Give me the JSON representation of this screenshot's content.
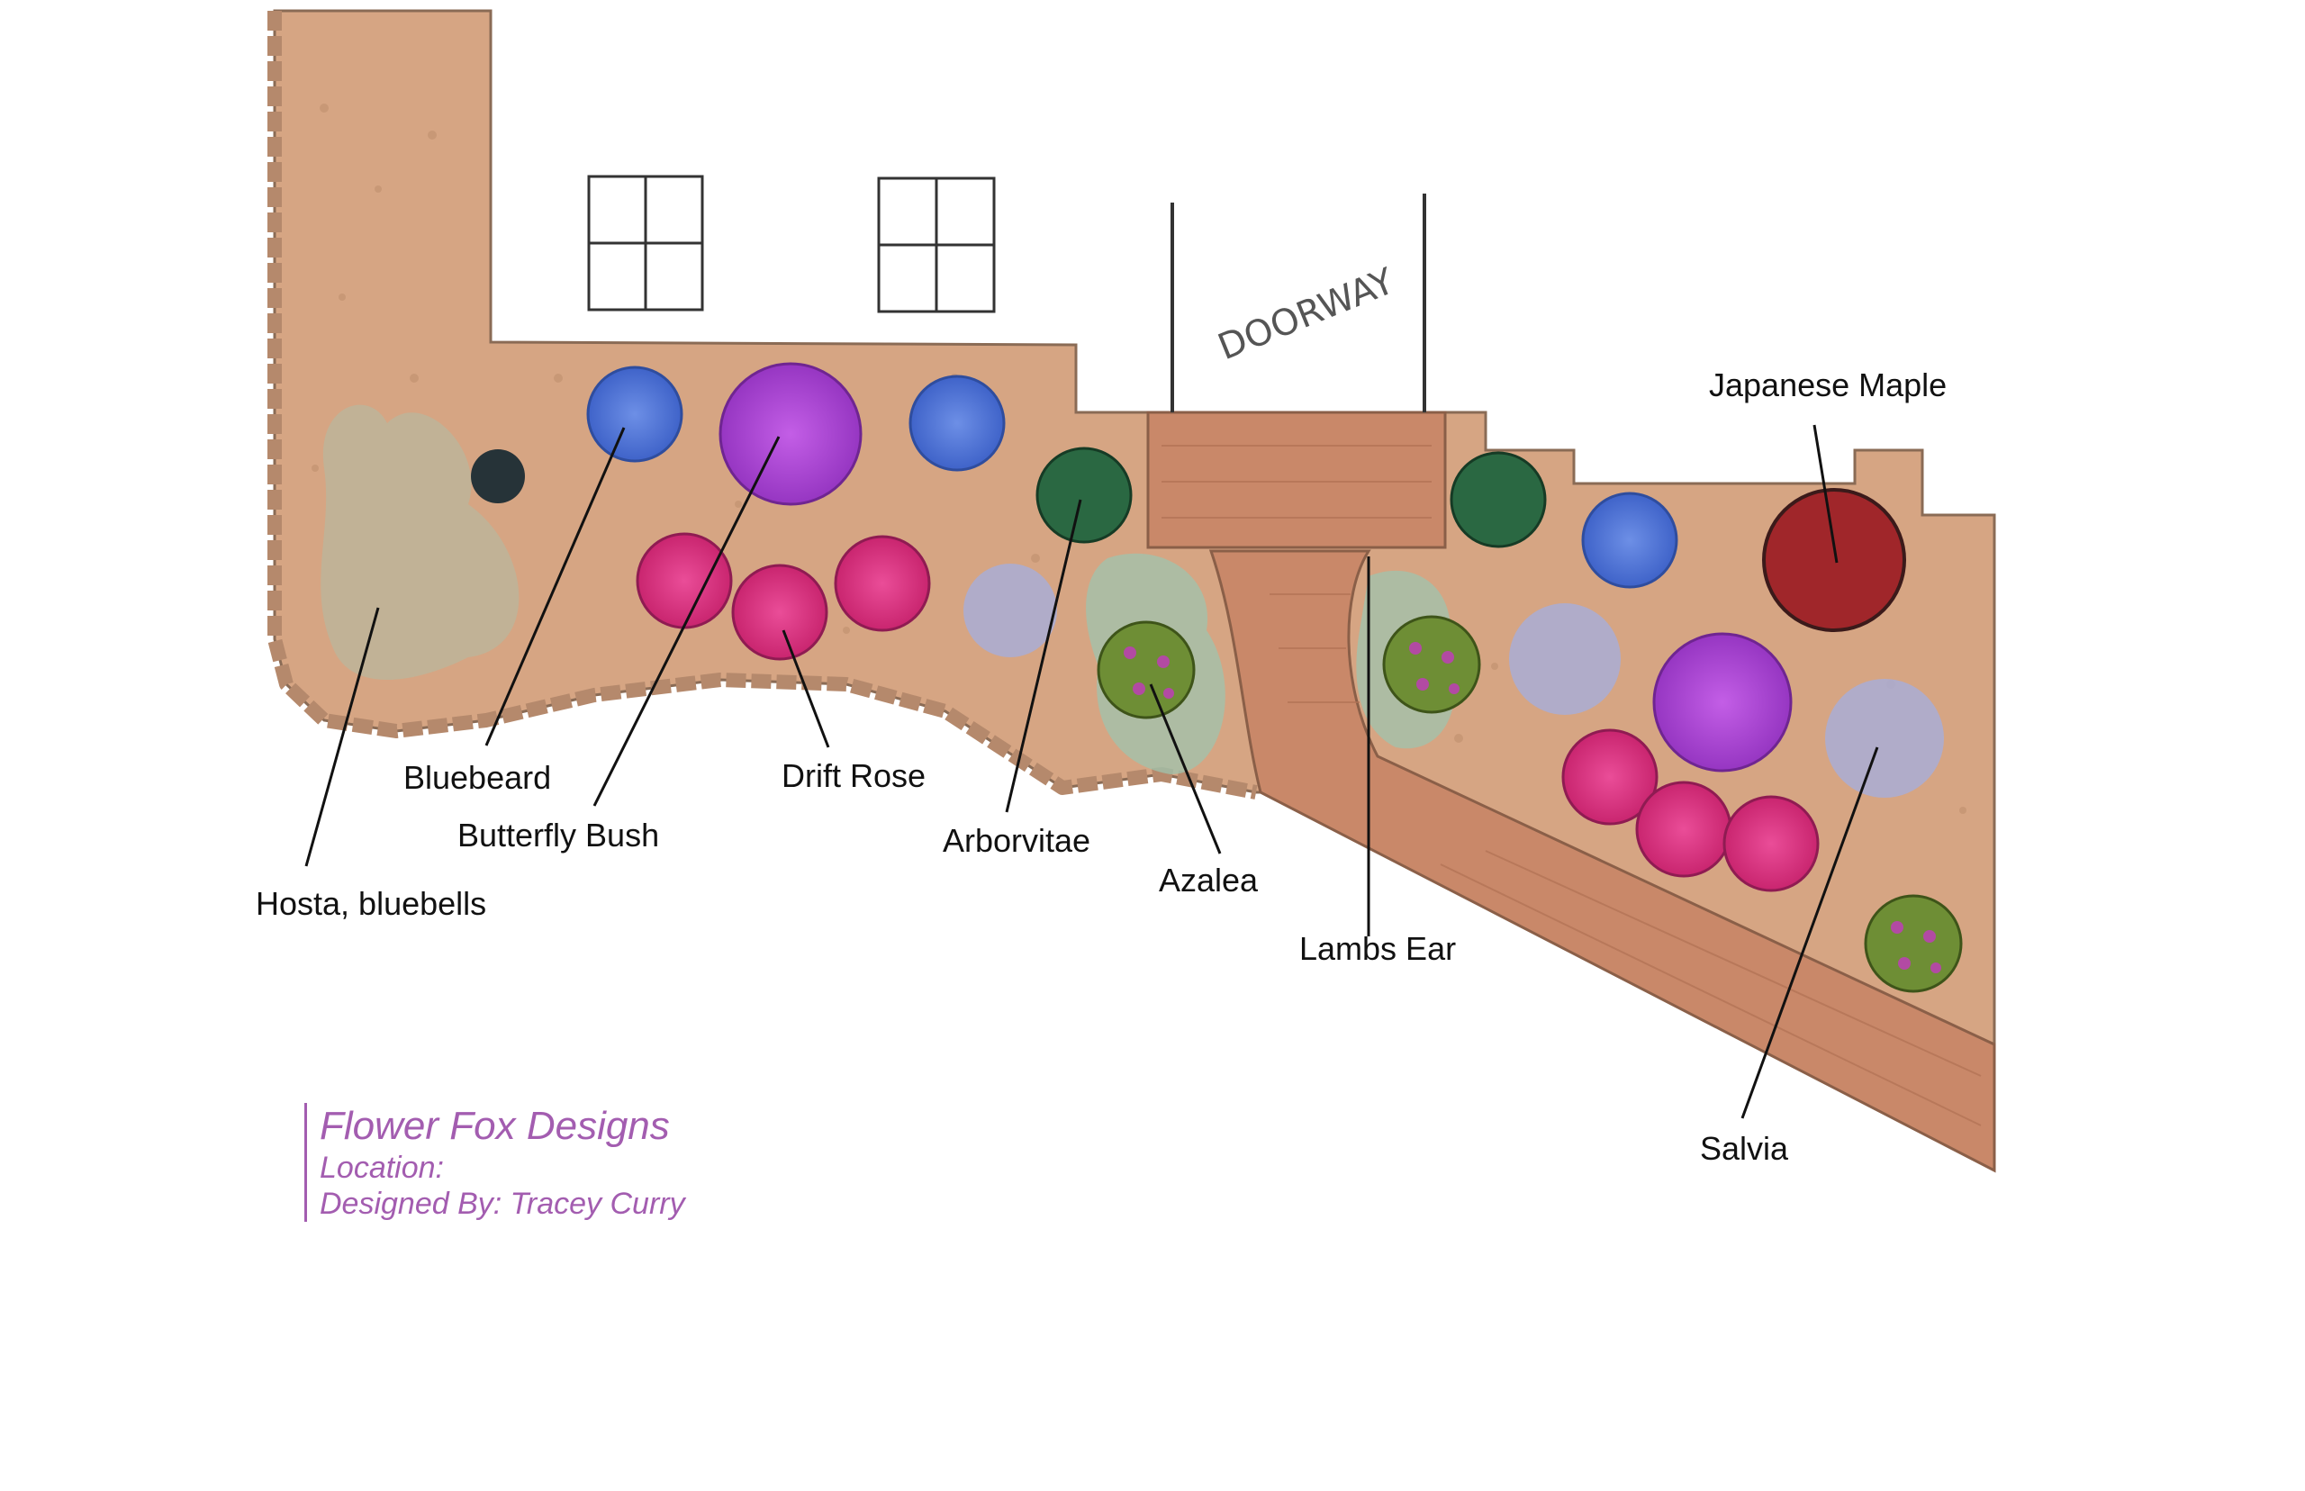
{
  "plan": {
    "doorway_text": "DOORWAY",
    "labels": {
      "bluebeard": "Bluebeard",
      "butterfly_bush": "Butterfly Bush",
      "hosta": "Hosta, bluebells",
      "drift_rose": "Drift Rose",
      "arborvitae": "Arborvitae",
      "azalea": "Azalea",
      "lambs_ear": "Lambs Ear",
      "japanese_maple": "Japanese Maple",
      "salvia": "Salvia"
    }
  },
  "credit": {
    "company": "Flower Fox Designs",
    "location": "Location:",
    "designer": "Designed By: Tracey Curry"
  },
  "colors": {
    "bed": "#d6a583",
    "brick": "#c98869",
    "bluebeard": "#4b72d6",
    "butterfly_bush": "#a53fd0",
    "drift_rose": "#dd2e83",
    "arborvitae": "#2a6842",
    "azalea": "#6e8e35",
    "japanese_maple": "#a0262a",
    "lambs_ear": "#9fc4ad",
    "salvia": "#a9add6",
    "credit": "#a35db0"
  }
}
